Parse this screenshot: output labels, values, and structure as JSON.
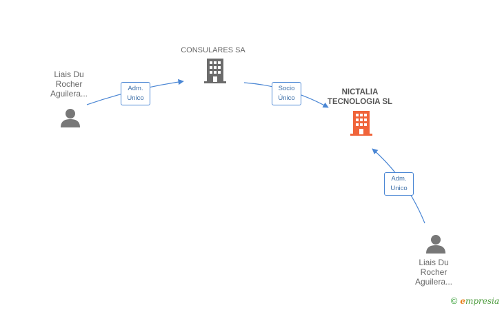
{
  "nodes": {
    "person_left": {
      "label": "Liais Du\nRocher\nAguilera..."
    },
    "company_consulares": {
      "label": "CONSULARES SA"
    },
    "company_nictalia": {
      "label": "NICTALIA\nTECNOLOGIA SL"
    },
    "person_bottom": {
      "label": "Liais Du\nRocher\nAguilera..."
    }
  },
  "edges": {
    "left_to_consulares": {
      "label": "Adm.\nUnico"
    },
    "consulares_to_nictalia": {
      "label": "Socio\nÚnico"
    },
    "bottom_to_nictalia": {
      "label": "Adm.\nUnico"
    }
  },
  "colors": {
    "edge": "#4a86d4",
    "company_gray": "#6b6b6b",
    "company_highlight": "#f0643a",
    "person_gray": "#777777"
  },
  "icons": {
    "person": "person-icon",
    "company": "building-icon"
  },
  "footer": {
    "copyright": "©",
    "brand_initial": "e",
    "brand_rest": "mpresia"
  }
}
